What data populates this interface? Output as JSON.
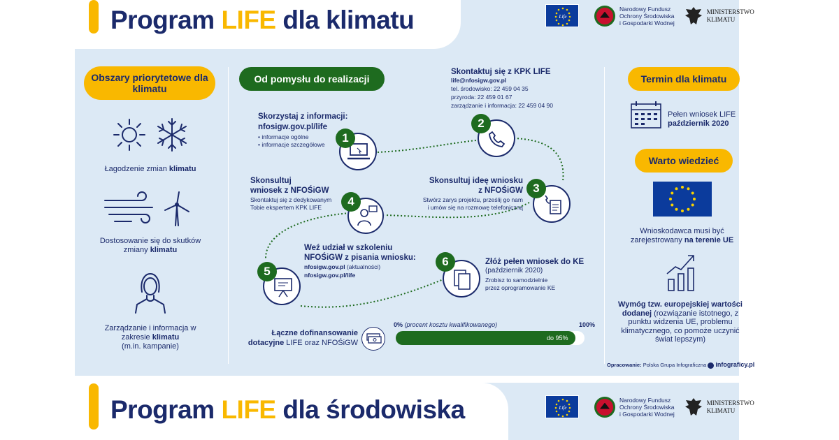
{
  "header": {
    "title_part1": "Program ",
    "title_life": "LIFE",
    "title_part2": " dla klimatu"
  },
  "footer": {
    "title_part1": "Program ",
    "title_life": "LIFE",
    "title_part2": " dla środowiska"
  },
  "logos": {
    "nfos_line1": "Narodowy Fundusz",
    "nfos_line2": "Ochrony Środowiska",
    "nfos_line3": "i Gospodarki Wodnej",
    "ministry_line1": "MINISTERSTWO",
    "ministry_line2": "KLIMATU",
    "life_label": "Life"
  },
  "left": {
    "pill": "Obszary priorytetowe dla klimatu",
    "item1_pre": "Łagodzenie zmian ",
    "item1_bold": "klimatu",
    "item2_pre": "Dostosowanie się do skutków zmiany ",
    "item2_bold": "klimatu",
    "item3_pre": "Zarządzanie i informacja w zakresie ",
    "item3_bold": "klimatu",
    "item3_post": "(m.in. kampanie)"
  },
  "middle": {
    "pill": "Od pomysłu do realizacji",
    "steps": [
      {
        "num": "1",
        "title": "Skorzystaj z informacji:",
        "link": "nfosigw.gov.pl/life",
        "lines": [
          "• informacje ogólne",
          "• informacje szczegółowe"
        ]
      },
      {
        "num": "2",
        "title": "Skontaktuj się z KPK LIFE",
        "lines": [
          "life@nfosigw.gov.pl",
          "tel. środowisko: 22 459 04 35",
          "przyroda: 22 459 01 67",
          "zarządzanie i informacja: 22 459 04 90"
        ]
      },
      {
        "num": "3",
        "title_l1": "Skonsultuj ideę wniosku",
        "title_l2": "z NFOŚiGW",
        "lines": [
          "Stwórz zarys projektu, prześlij go nam",
          "i umów się na rozmowę telefoniczną"
        ]
      },
      {
        "num": "4",
        "title_l1": "Skonsultuj",
        "title_l2": "wniosek z NFOŚiGW",
        "lines": [
          "Skontaktuj się z dedykowanym",
          "Tobie ekspertem KPK LIFE"
        ]
      },
      {
        "num": "5",
        "title_l1": "Weź udział w szkoleniu",
        "title_l2": "NFOŚiGW z pisania wniosku:",
        "lines": [
          "nfosigw.gov.pl",
          "(aktualności)",
          "nfosigw.gov.pl/life"
        ]
      },
      {
        "num": "6",
        "title": "Złóż pełen wniosek do KE",
        "lines": [
          "(październik 2020)",
          "Zrobisz to samodzielnie",
          "przez oprogramowanie KE"
        ]
      }
    ],
    "funding_l1": "Łączne dofinansowanie",
    "funding_l2_bold": "dotacyjne",
    "funding_l2": " LIFE oraz NFOŚiGW",
    "progress_start": "0%",
    "progress_start_note": " (procent kosztu kwalifikowanego)",
    "progress_end": "100%",
    "progress_label": "do 95%",
    "progress_value": 0.95
  },
  "right": {
    "pill1": "Termin dla klimatu",
    "deadline_l1": "Pełen wniosek LIFE",
    "deadline_l2": "październik 2020",
    "pill2": "Warto wiedzieć",
    "eu_l1": "Wnioskodawca musi być",
    "eu_l2_pre": "zarejestrowany ",
    "eu_l2_bold": "na terenie UE",
    "value_bold": "Wymóg tzw. europejskiej wartości dodanej",
    "value_rest": " (rozwiązanie istotnego, z punktu widzenia UE, problemu klimatycznego, co pomoże uczynić świat lepszym)"
  },
  "credit": {
    "prefix": "Opracowanie:",
    "org": " Polska Grupa Infograficzna",
    "site": "infograficy.pl"
  },
  "colors": {
    "navy": "#1b2a6b",
    "yellow": "#f9b800",
    "green": "#1e6b1f",
    "panel": "#dce9f5"
  }
}
